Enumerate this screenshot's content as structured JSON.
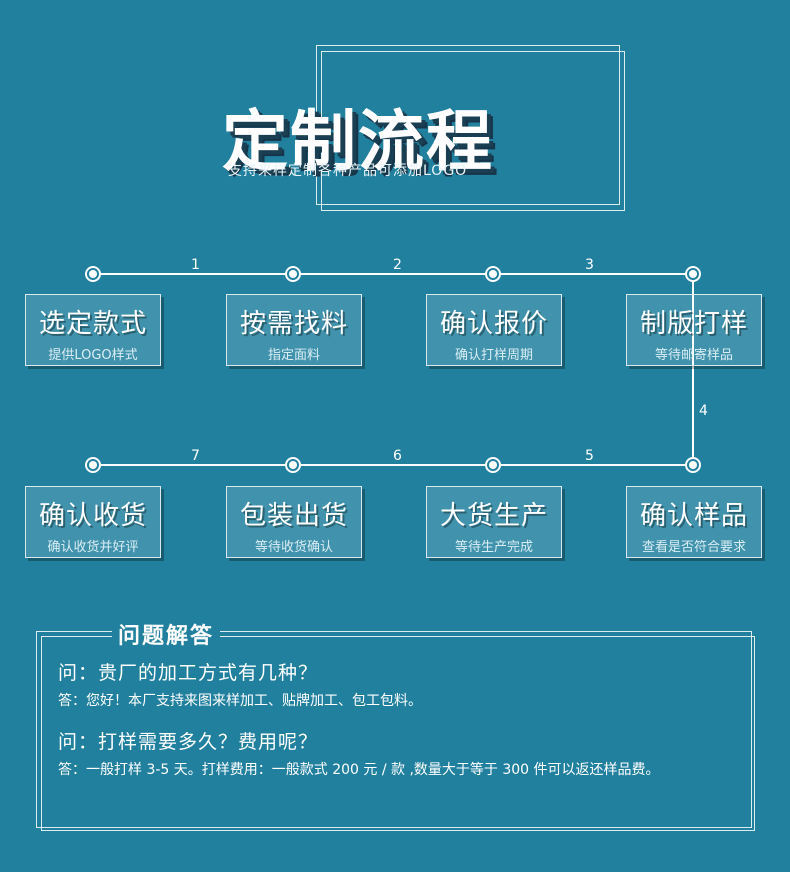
{
  "header": {
    "title": "定制流程",
    "subtitle": "支持来样定制各种产品可添加LOGO"
  },
  "steps": [
    {
      "title": "选定款式",
      "subtitle": "提供LOGO样式"
    },
    {
      "title": "按需找料",
      "subtitle": "指定面料"
    },
    {
      "title": "确认报价",
      "subtitle": "确认打样周期"
    },
    {
      "title": "制版打样",
      "subtitle": "等待邮寄样品"
    },
    {
      "title": "确认样品",
      "subtitle": "查看是否符合要求"
    },
    {
      "title": "大货生产",
      "subtitle": "等待生产完成"
    },
    {
      "title": "包装出货",
      "subtitle": "等待收货确认"
    },
    {
      "title": "确认收货",
      "subtitle": "确认收货并好评"
    }
  ],
  "connectors": [
    "1",
    "2",
    "3",
    "4",
    "5",
    "6",
    "7"
  ],
  "faq": {
    "title": "问题解答",
    "items": [
      {
        "q": "问：贵厂的加工方式有几种？",
        "a": "答：您好！本厂支持来图来样加工、贴牌加工、包工包料。"
      },
      {
        "q": "问：打样需要多久？费用呢？",
        "a": "答：一般打样 3-5 天。打样费用：一般款式 200 元 / 款 ,数量大于等于 300 件可以返还样品费。"
      }
    ]
  },
  "colors": {
    "background": "#22809f",
    "shadow": "#1b3f52"
  }
}
